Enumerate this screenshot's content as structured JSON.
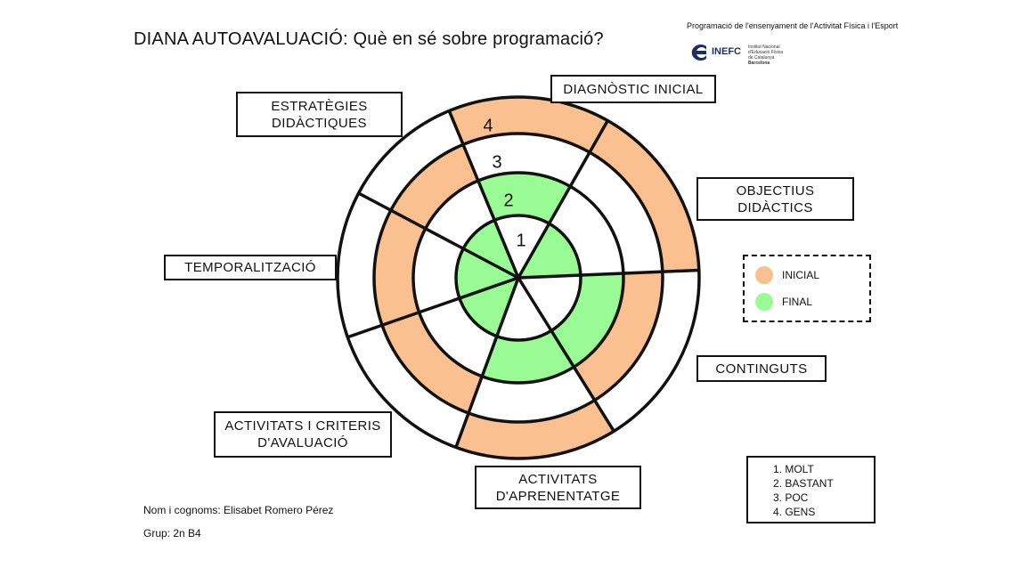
{
  "title": "DIANA AUTOAVALUACIÓ: Què en sé sobre programació?",
  "header_right": "Programació de l'ensenyament de l'Activitat Física i l'Esport",
  "logo": {
    "name": "INEFC",
    "lines": [
      "Institut Nacional",
      "d'Educació Física",
      "de Catalunya"
    ],
    "city": "Barcelona"
  },
  "ring_numbers": [
    "1",
    "2",
    "3",
    "4"
  ],
  "categories": [
    {
      "lines": [
        "DIAGNÒSTIC INICIAL"
      ],
      "initial": 4,
      "final": 2
    },
    {
      "lines": [
        "OBJECTIUS",
        "DIDÀCTICS"
      ],
      "initial": 4,
      "final": 1
    },
    {
      "lines": [
        "CONTINGUTS"
      ],
      "initial": 3,
      "final": 2
    },
    {
      "lines": [
        "ACTIVITATS",
        "D'APRENENTATGE"
      ],
      "initial": 4,
      "final": 2
    },
    {
      "lines": [
        "ACTIVITATS I CRITERIS",
        "D'AVALUACIÓ"
      ],
      "initial": 3,
      "final": 1
    },
    {
      "lines": [
        "TEMPORALITZACIÓ"
      ],
      "initial": 3,
      "final": 1
    },
    {
      "lines": [
        "ESTRATÈGIES",
        "DIDÀCTIQUES"
      ],
      "initial": 3,
      "final": 1
    }
  ],
  "legend": [
    {
      "label": "INICIAL",
      "color": "#fbc08f"
    },
    {
      "label": "FINAL",
      "color": "#99fb94"
    }
  ],
  "scale": [
    "1. MOLT",
    "2. BASTANT",
    "3. POC",
    "4. GENS"
  ],
  "footer": {
    "name": "Nom i cognoms: Elisabet Romero Pérez",
    "group": "Grup: 2n B4"
  }
}
